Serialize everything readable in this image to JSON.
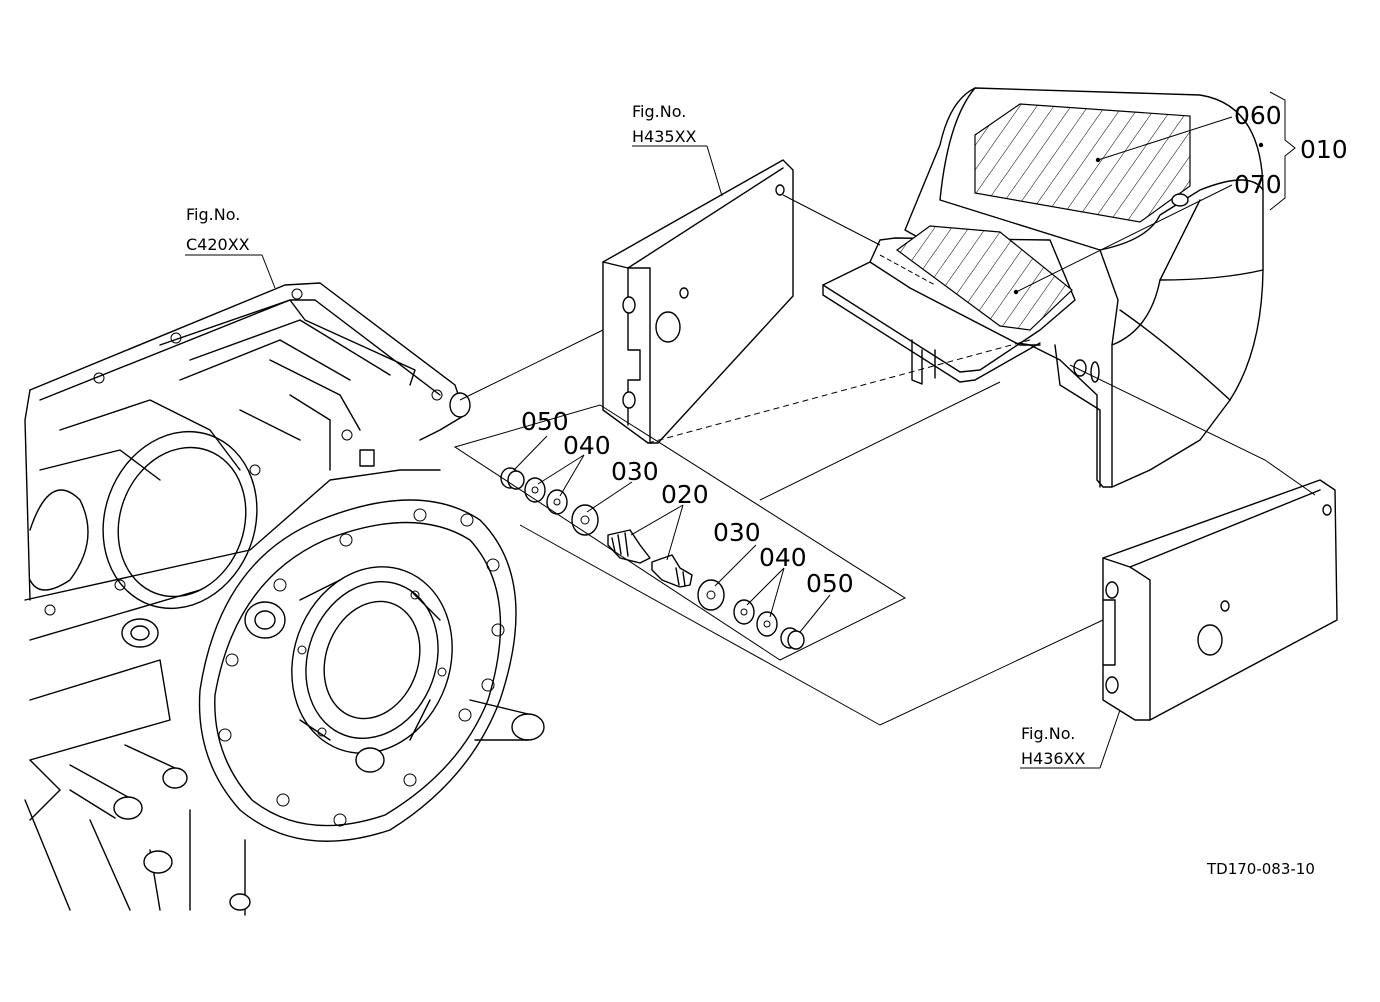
{
  "fig_refs": {
    "c420": {
      "label": "Fig.No.",
      "code": "C420XX"
    },
    "h435": {
      "label": "Fig.No.",
      "code": "H435XX"
    },
    "h436": {
      "label": "Fig.No.",
      "code": "H436XX"
    }
  },
  "callouts": {
    "p010": "010",
    "p020": "020",
    "p030_left": "030",
    "p030_right": "030",
    "p040_left": "040",
    "p040_right": "040",
    "p050_left": "050",
    "p050_right": "050",
    "p060": "060",
    "p070": "070"
  },
  "drawing_code": "TD170-083-10"
}
